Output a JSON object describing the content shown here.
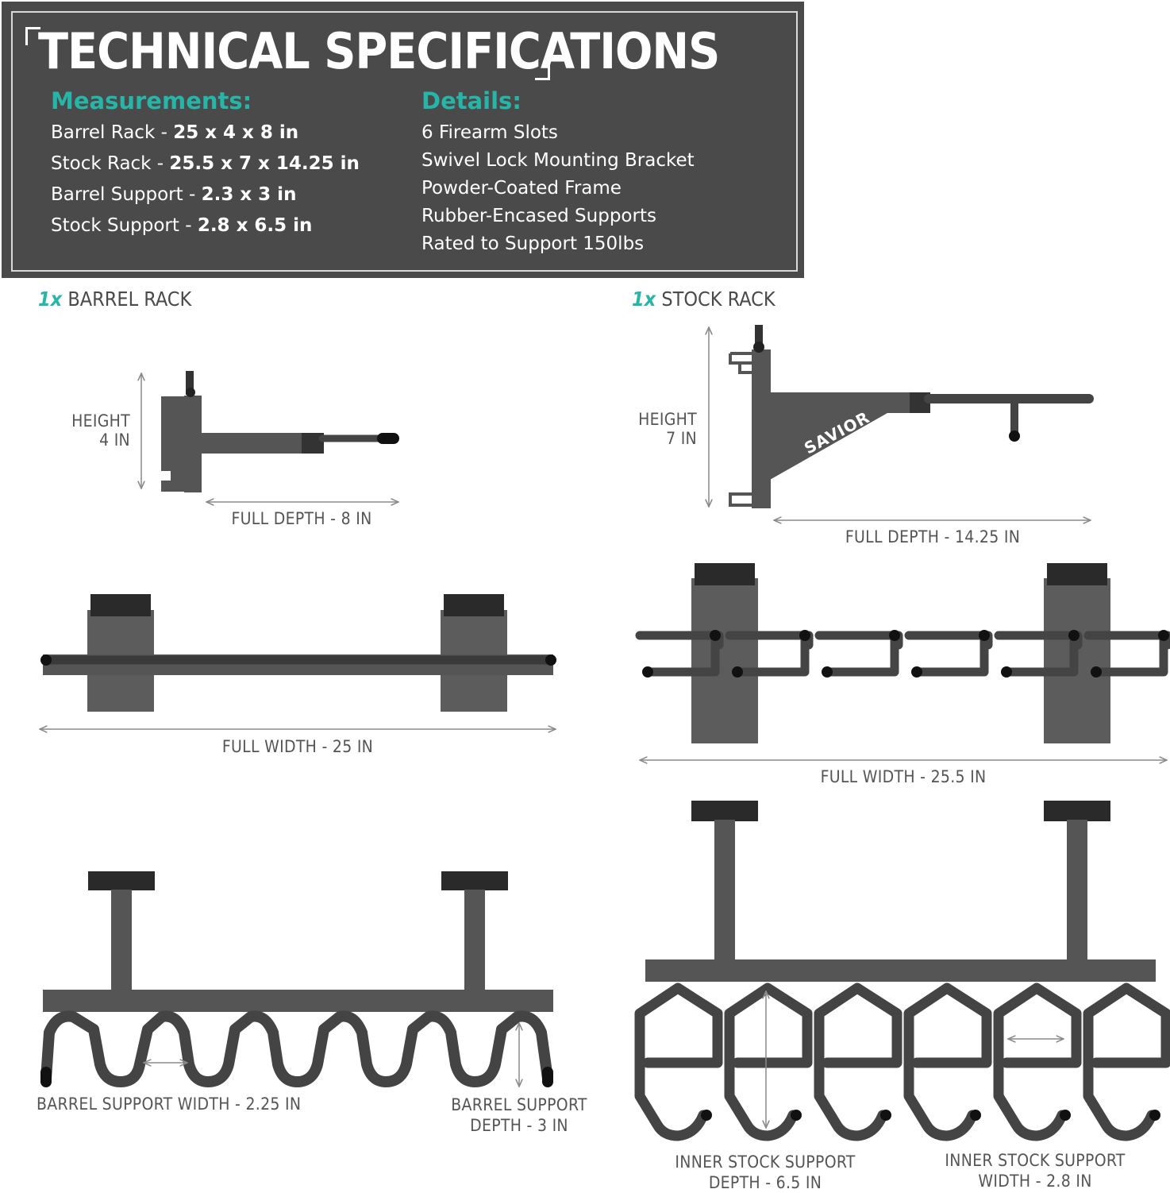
{
  "spec": {
    "title": "TECHNICAL SPECIFICATIONS",
    "measurements_heading": "Measurements:",
    "measurements": [
      {
        "name": "Barrel Rack - ",
        "value": "25 x 4 x 8 in"
      },
      {
        "name": "Stock Rack - ",
        "value": "25.5 x 7 x 14.25 in"
      },
      {
        "name": "Barrel Support - ",
        "value": "2.3 x 3 in"
      },
      {
        "name": "Stock Support - ",
        "value": "2.8 x 6.5 in"
      }
    ],
    "details_heading": "Details:",
    "details": [
      "6 Firearm Slots",
      "Swivel Lock Mounting Bracket",
      "Powder-Coated Frame",
      "Rubber-Encased Supports",
      "Rated to Support 150lbs"
    ]
  },
  "barrel_rack": {
    "qty": "1x",
    "label": "BARREL RACK",
    "height_line1": "HEIGHT",
    "height_line2": "4 IN",
    "full_depth": "FULL DEPTH - 8 IN",
    "full_width": "FULL WIDTH - 25 IN",
    "support_width": "BARREL SUPPORT WIDTH - 2.25 IN",
    "support_depth_line1": "BARREL SUPPORT",
    "support_depth_line2": "DEPTH - 3 IN"
  },
  "stock_rack": {
    "qty": "1x",
    "label": "STOCK RACK",
    "brand": "SAVIOR",
    "height_line1": "HEIGHT",
    "height_line2": "7 IN",
    "full_depth": "FULL DEPTH - 14.25 IN",
    "full_width": "FULL WIDTH - 25.5 IN",
    "inner_depth_line1": "INNER STOCK SUPPORT",
    "inner_depth_line2": "DEPTH - 6.5 IN",
    "inner_width_line1": "INNER STOCK SUPPORT",
    "inner_width_line2": "WIDTH - 2.8 IN"
  },
  "colors": {
    "panel": "#4a4a4a",
    "accent": "#27b5a8",
    "metal": "#555555",
    "rubber": "#222222"
  }
}
